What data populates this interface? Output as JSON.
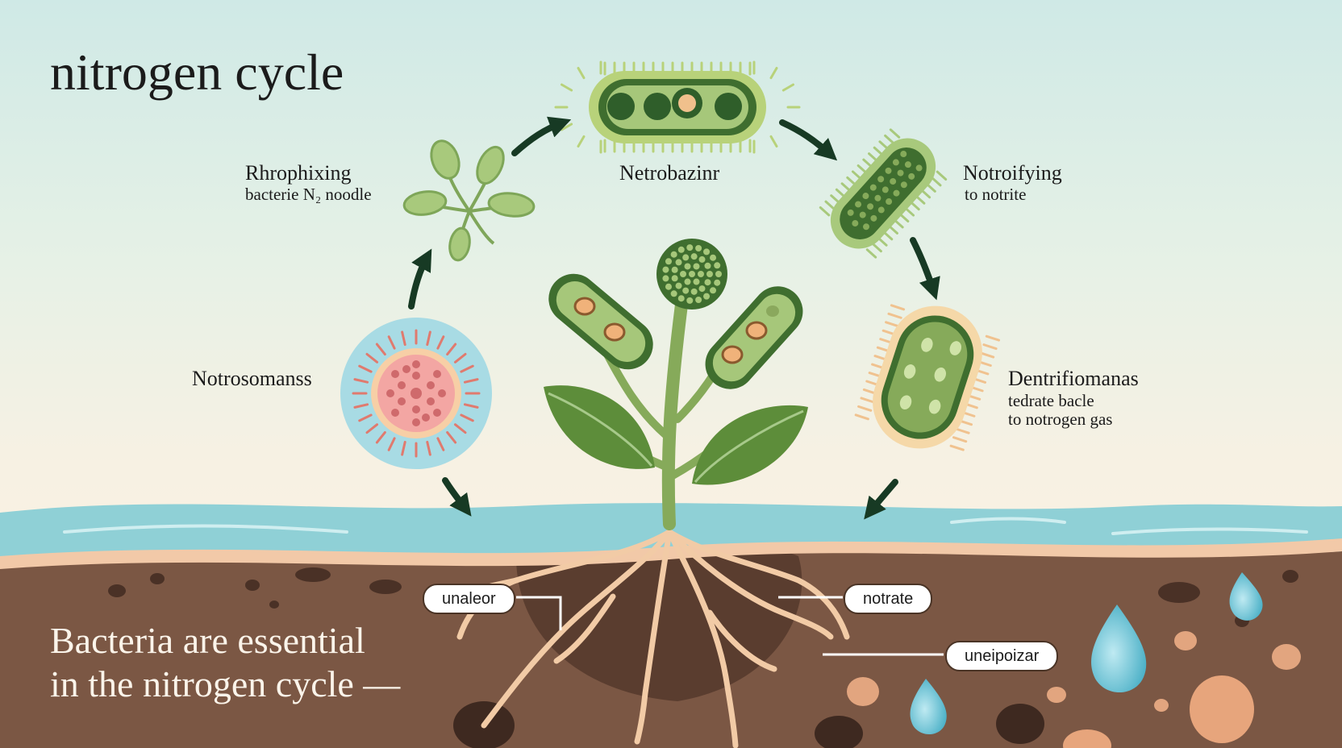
{
  "title": "nitrogen cycle",
  "labels": {
    "rhizo": {
      "name": "Rhrophixing",
      "desc": "bacterie N₂ noodle"
    },
    "nitrobacter": {
      "name": "Netrobazinr"
    },
    "nitrifying": {
      "name": "Notroifying",
      "desc": "to notrite"
    },
    "nitrosomonas": {
      "name": "Notrosomanss"
    },
    "denitrifying": {
      "name": "Dentrifiomanas",
      "line1": "tedrate bacle",
      "line2": "to notrogen gas"
    }
  },
  "soil_tags": {
    "left": "unaleor",
    "right": "notrate",
    "lower": "uneipoizar"
  },
  "tagline": {
    "line1": "Bacteria are essential",
    "line2": "in the nitrogen cycle —"
  },
  "colors": {
    "sky_top": "#cfe9e6",
    "sky_bottom": "#fbf1e1",
    "water": "#8fd0d6",
    "soil": "#7b5744",
    "dark_green": "#3f6e2f",
    "light_green": "#a6c77a",
    "arrow": "#173a24",
    "root": "#f2cba6"
  },
  "icons": [
    "rhizobium-cluster-icon",
    "nitrobacter-bacterium-icon",
    "nitrifying-bacterium-icon",
    "nitrosomonas-cell-icon",
    "denitrifying-bacterium-icon",
    "plant-icon",
    "water-drop-icon"
  ]
}
